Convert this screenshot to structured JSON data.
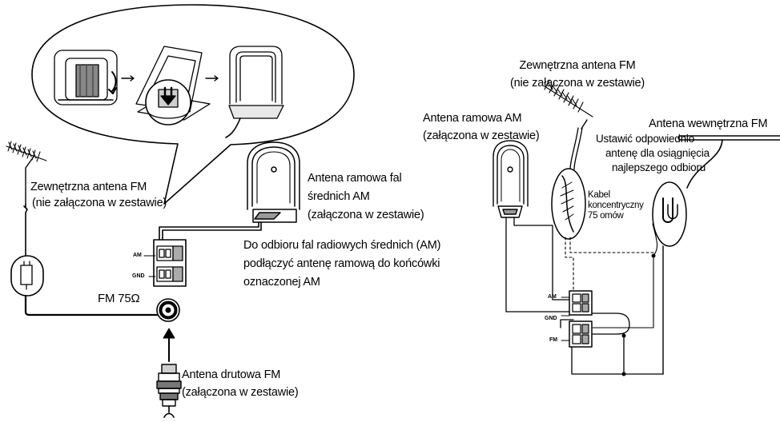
{
  "left": {
    "fm_external": {
      "line1": "Zewnętrzna antena FM",
      "line2": "(nie załączona w zestawie)"
    },
    "am_loop": {
      "line1": "Antena ramowa fal",
      "line2": "średnich AM",
      "line3": "(załączona w zestawie)"
    },
    "am_instruction": {
      "line1": "Do odbioru fal radiowych średnich (AM)",
      "line2": "podłączyć antenę ramową do końcówki",
      "line3": "oznaczonej AM"
    },
    "fm_wire": {
      "line1": "Antena drutowa FM",
      "line2": "(załączona w zestawie)"
    },
    "terminal_am": "AM",
    "terminal_gnd": "GND",
    "fm_jack": "FM 75Ω"
  },
  "right": {
    "fm_external": {
      "line1": "Zewnętrzna antena FM",
      "line2": "(nie załączona w zestawie)"
    },
    "am_loop": {
      "line1": "Antena ramowa AM",
      "line2": "(załączona w zestawie)"
    },
    "fm_indoor": "Antena wewnętrzna FM",
    "adjust": {
      "line1": "Ustawić odpowiednio",
      "line2": "antenę dla osiągnięcia",
      "line3": "najlepszego odbioru"
    },
    "coax": {
      "line1": "Kabel",
      "line2": "koncentryczny",
      "line3": "75 omów"
    },
    "terminal_am": "AM",
    "terminal_gnd": "GND",
    "terminal_fm": "FM"
  }
}
